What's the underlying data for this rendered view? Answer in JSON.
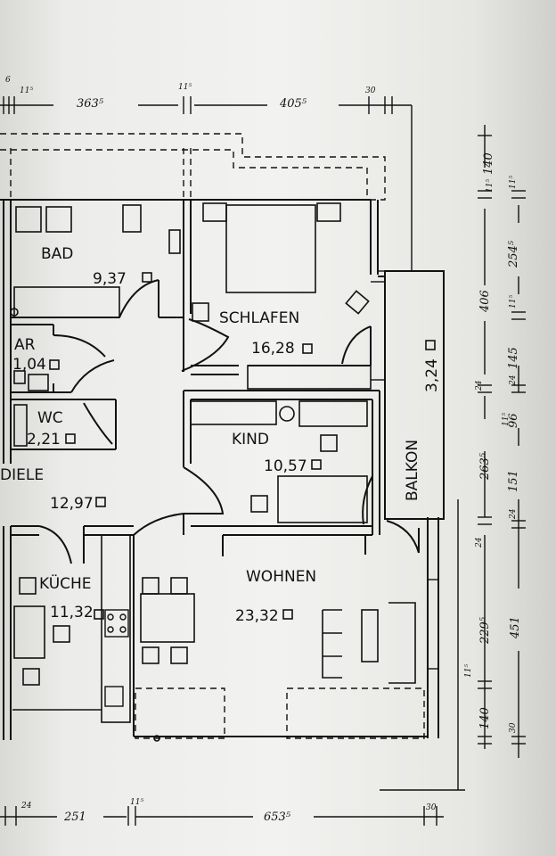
{
  "rooms": {
    "bad": {
      "name": "BAD",
      "area": "9,37"
    },
    "ar": {
      "name": "AR",
      "area": "1,04"
    },
    "wc": {
      "name": "WC",
      "area": "2,21"
    },
    "diele": {
      "name": "DIELE",
      "area": "12,97"
    },
    "kueche": {
      "name": "KÜCHE",
      "area": "11,32"
    },
    "schlafen": {
      "name": "SCHLAFEN",
      "area": "16,28"
    },
    "kind": {
      "name": "KIND",
      "area": "10,57"
    },
    "wohnen": {
      "name": "WOHNEN",
      "area": "23,32"
    },
    "balkon": {
      "name": "BALKON",
      "area": "3,24"
    }
  },
  "dimensions": {
    "top": {
      "d6": "6",
      "d11_5_a": "11⁵",
      "d363_5": "363⁵",
      "d11_5_b": "11⁵",
      "d405_5": "405⁵",
      "d30": "30"
    },
    "bottom": {
      "d24": "24",
      "d251": "251",
      "d11_5": "11⁵",
      "d653_5": "653⁵",
      "d30": "30"
    },
    "right_inner": {
      "d11_5_a": "11⁵",
      "d140_a": "140",
      "d11_5_b": "11⁵",
      "d254_5": "254⁵",
      "d406": "406",
      "d11_5_c": "11⁵",
      "d24_a": "24",
      "d24_b": "24",
      "d145": "145",
      "d11_5_d": "11⁵",
      "d96": "96",
      "d263_5": "263⁵",
      "d151": "151",
      "d24_c": "24",
      "d24_d": "24",
      "d229_5": "229⁵",
      "d451": "451",
      "d11_5_e": "11⁵",
      "d140_b": "140",
      "d30": "30"
    }
  }
}
